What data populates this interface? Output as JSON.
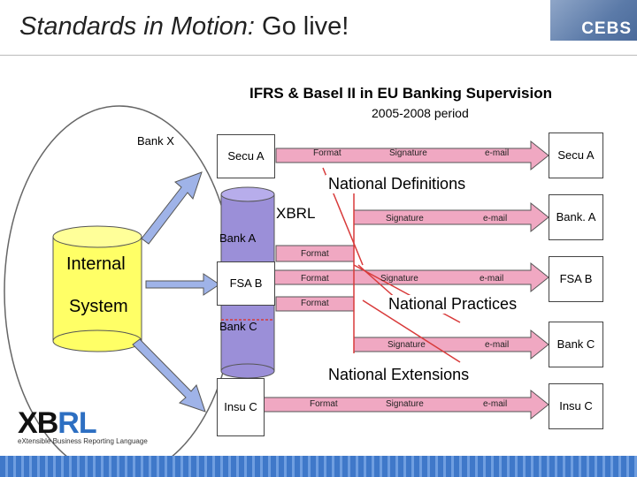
{
  "header": {
    "title_italic": "Standards in Motion:",
    "title_rest": "Go live!",
    "logo_text": "CEBS"
  },
  "subtitle": "IFRS & Basel II in EU Banking Supervision",
  "period": "2005-2008 period",
  "bank_x_label": "Bank X",
  "internal_system": {
    "line1": "Internal",
    "line2": "System"
  },
  "xbrl_label": "XBRL",
  "column_labels": {
    "bank_a": "Bank A",
    "bank_c": "Bank C"
  },
  "sources": {
    "secu_a": "Secu A",
    "fsa_b": "FSA B",
    "insu_c": "Insu C"
  },
  "targets": {
    "secu_a": "Secu A",
    "bank_a": "Bank. A",
    "fsa_b": "FSA B",
    "bank_c": "Bank C",
    "insu_c": "Insu C"
  },
  "steps": {
    "format": "Format",
    "signature": "Signature",
    "email": "e-mail"
  },
  "notes": {
    "national_definitions": "National Definitions",
    "national_practices": "National Practices",
    "national_extensions": "National Extensions"
  },
  "footer_logo": {
    "x": "X",
    "b": "B",
    "r": "R",
    "l": "L",
    "tagline": "eXtensible Business Reporting Language"
  },
  "colors": {
    "arrow_pink": "#f0a8c2",
    "cylinder_purple": "#9b8fd8",
    "cylinder_yellow": "#ffff66",
    "column_blue": "#9fb3e8",
    "red_line": "#d83a3a"
  }
}
